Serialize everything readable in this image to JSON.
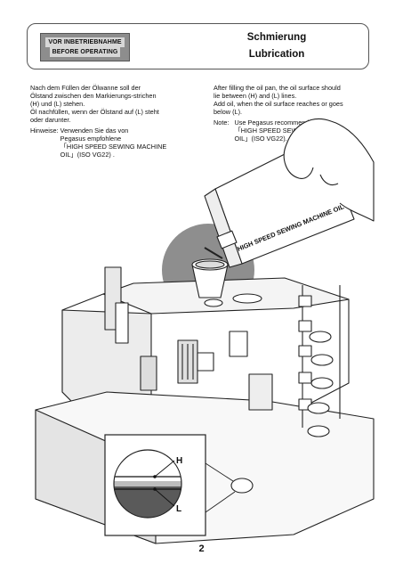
{
  "header": {
    "badge_line1": "VOR INBETRIEBNAHME",
    "badge_line2": "BEFORE OPERATING",
    "title_de": "Schmierung",
    "title_en": "Lubrication"
  },
  "german": {
    "line1": "Nach dem Füllen der Ölwanne soll der",
    "line2": "Ölstand zwischen den Markierungs-strichen",
    "line3": "(H) und (L) stehen.",
    "line4": "Öl nachfüllen, wenn der Ölstand auf (L) steht",
    "line5": "oder darunter.",
    "hint_label": "Hinweise:",
    "hint_line1": "Verwenden Sie das von",
    "hint_line2": "Pegasus empfohlene",
    "hint_line3": "「HIGH SPEED SEWING MACHINE",
    "hint_line4": "OIL」(ISO VG22) ."
  },
  "english": {
    "line1": "After filling the oil pan, the oil surface should",
    "line2": "lie between (H) and (L) lines.",
    "line3": "Add oil, when the oil surface reaches or goes",
    "line4": "below (L).",
    "note_label": "Note:",
    "note_line1": "Use Pegasus recommended oil",
    "note_line2": "「HIGH SPEED SEWING MACHINE",
    "note_line3": "OIL」(ISO VG22)."
  },
  "illustration": {
    "bottle_label": "HIGH SPEED SEWING MACHINE OIL",
    "mark_high": "H",
    "mark_low": "L"
  },
  "page_number": "2"
}
